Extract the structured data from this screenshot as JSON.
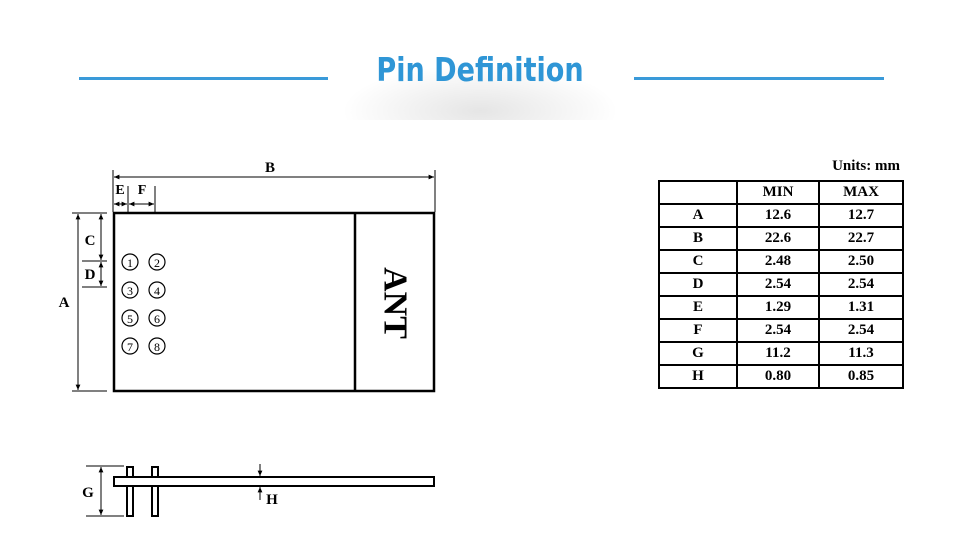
{
  "header": {
    "title": "Pin Definition"
  },
  "diagram": {
    "labels": {
      "A": "A",
      "B": "B",
      "C": "C",
      "D": "D",
      "E": "E",
      "F": "F",
      "G": "G",
      "H": "H"
    },
    "antenna_label": "ANT",
    "pins": [
      "1",
      "2",
      "3",
      "4",
      "5",
      "6",
      "7",
      "8"
    ]
  },
  "table": {
    "units": "Units: mm",
    "headers": [
      "",
      "MIN",
      "MAX"
    ],
    "rows": [
      {
        "label": "A",
        "min": "12.6",
        "max": "12.7"
      },
      {
        "label": "B",
        "min": "22.6",
        "max": "22.7"
      },
      {
        "label": "C",
        "min": "2.48",
        "max": "2.50"
      },
      {
        "label": "D",
        "min": "2.54",
        "max": "2.54"
      },
      {
        "label": "E",
        "min": "1.29",
        "max": "1.31"
      },
      {
        "label": "F",
        "min": "2.54",
        "max": "2.54"
      },
      {
        "label": "G",
        "min": "11.2",
        "max": "11.3"
      },
      {
        "label": "H",
        "min": "0.80",
        "max": "0.85"
      }
    ]
  }
}
